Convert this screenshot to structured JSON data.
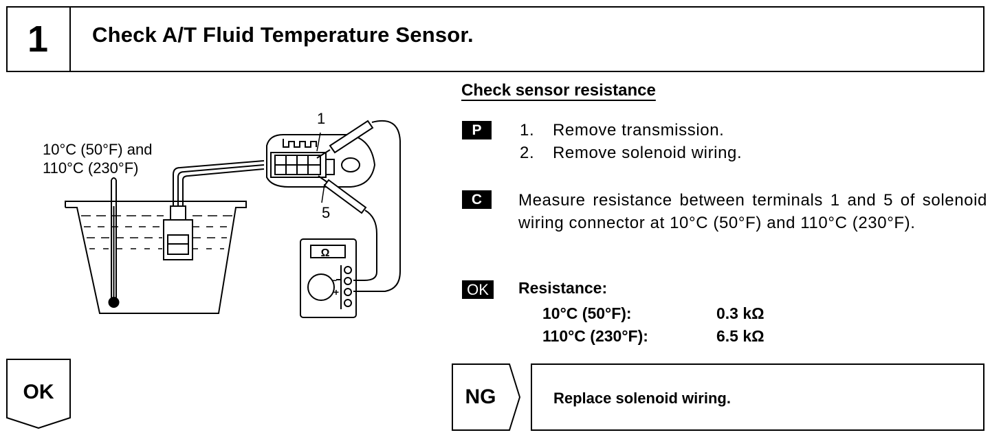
{
  "header": {
    "step_number": "1",
    "title": "Check A/T Fluid Temperature Sensor."
  },
  "section": {
    "heading": "Check sensor resistance"
  },
  "prep": {
    "badge": "P",
    "steps": [
      {
        "num": "1.",
        "text": "Remove transmission."
      },
      {
        "num": "2.",
        "text": "Remove solenoid wiring."
      }
    ]
  },
  "check": {
    "badge": "C",
    "text": "Measure resistance between terminals 1 and 5 of solenoid wiring connector at 10°C (50°F) and 110°C (230°F)."
  },
  "ok_spec": {
    "badge": "OK",
    "label": "Resistance:",
    "rows": [
      {
        "condition": "10°C (50°F):",
        "value": "0.3 kΩ"
      },
      {
        "condition": "110°C (230°F):",
        "value": "6.5 kΩ"
      }
    ]
  },
  "illustration": {
    "temp_line_1": "10°C (50°F) and",
    "temp_line_2": "110°C (230°F)",
    "terminal_1": "1",
    "terminal_5": "5",
    "meter_symbol": "Ω",
    "minus_sign": "−",
    "plus_sign": "+"
  },
  "flow": {
    "ok_label": "OK",
    "ng_label": "NG",
    "ng_action": "Replace solenoid wiring."
  }
}
